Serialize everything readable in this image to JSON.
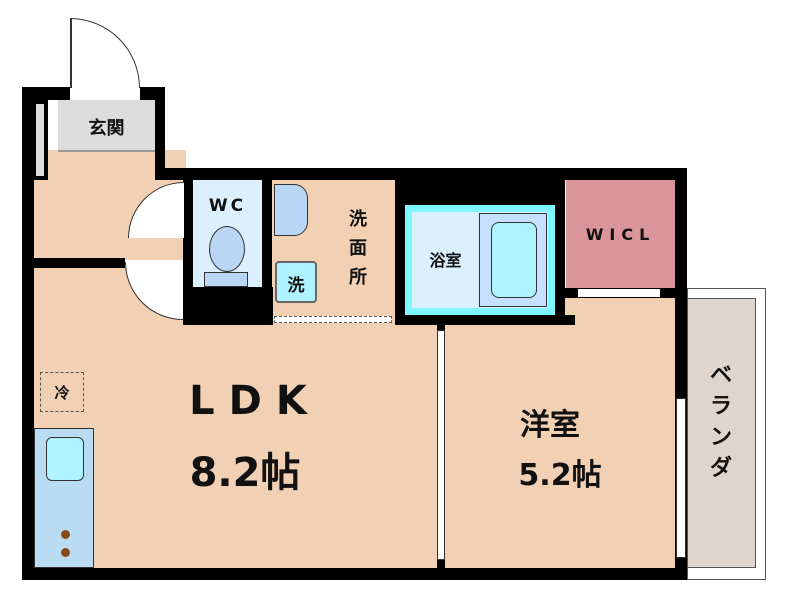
{
  "rooms": {
    "genkan": "玄関",
    "wc": "WC",
    "washroom": [
      "洗",
      "面",
      "所"
    ],
    "washer": "洗",
    "bath": "浴室",
    "wicl": "WICL",
    "ldk_name": "LDK",
    "ldk_size": "8.2帖",
    "western_name": "洋室",
    "western_size": "5.2帖",
    "veranda": [
      "ベ",
      "ラ",
      "ン",
      "ダ"
    ],
    "fridge": "冷"
  },
  "colors": {
    "floor": "#f2d0b4",
    "wall": "#000000",
    "wet": "#dcefff",
    "bath_frame": "#7ff7ff",
    "wicl": "#d9959a",
    "veranda": "#e0d5cc",
    "genkan": "#dcdcdc"
  }
}
